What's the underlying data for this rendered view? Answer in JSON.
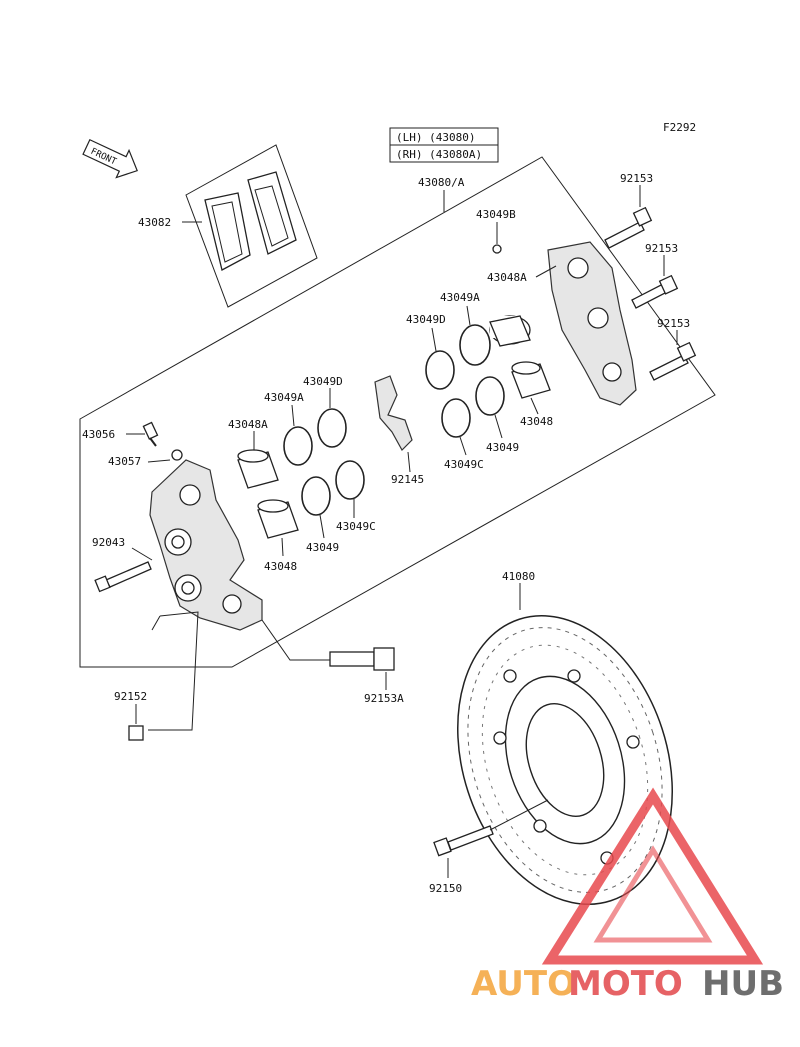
{
  "figure_code": "F2292",
  "legend": {
    "lh": "(LH) (43080)",
    "rh": "(RH) (43080A)"
  },
  "front_label": "FRONT",
  "parts": {
    "p43082": "43082",
    "p43080A": "43080/A",
    "p43049B": "43049B",
    "p43048A_r": "43048A",
    "p43049A_r": "43049A",
    "p43049D_r": "43049D",
    "p43048_r": "43048",
    "p43049_r": "43049",
    "p43049C_r": "43049C",
    "p92145": "92145",
    "p92153_a": "92153",
    "p92153_b": "92153",
    "p92153_c": "92153",
    "p43056": "43056",
    "p43057": "43057",
    "p43048A_l": "43048A",
    "p43049A_l": "43049A",
    "p43049D_l": "43049D",
    "p43049C_l": "43049C",
    "p43049_l": "43049",
    "p43048_l": "43048",
    "p92043": "92043",
    "p92152": "92152",
    "p92153A": "92153A",
    "p41080": "41080",
    "p92150": "92150"
  },
  "watermark": {
    "part1": "AUTO",
    "part2": "MOTO",
    "part3": "HUB"
  }
}
